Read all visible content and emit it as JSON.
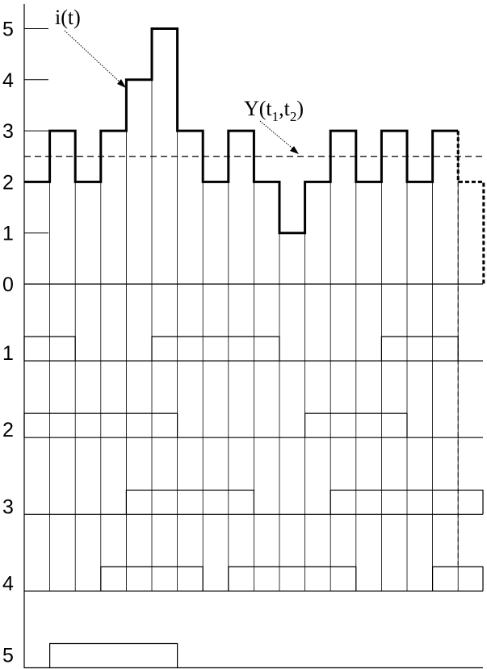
{
  "y_axis_labels": [
    "0",
    "1",
    "2",
    "3",
    "4",
    "5"
  ],
  "channel_labels": [
    "1",
    "2",
    "3",
    "4",
    "5"
  ],
  "current_label": "i(t)",
  "mean_label": {
    "main": "Y(t",
    "sub1": "1",
    "comma": ",t",
    "sub2": "2",
    "close": ")"
  },
  "mean_level": 2.5,
  "time_steps": 17,
  "current_levels": [
    2,
    3,
    2,
    3,
    4,
    5,
    3,
    2,
    3,
    2,
    1,
    2,
    3,
    2,
    3,
    2,
    3
  ],
  "extrapolated_level": 2,
  "channel_on_intervals": [
    [
      [
        0,
        2
      ],
      [
        5,
        10
      ],
      [
        14,
        17
      ]
    ],
    [
      [
        0,
        6
      ],
      [
        11,
        15
      ]
    ],
    [
      [
        4,
        9
      ],
      [
        12,
        18
      ]
    ],
    [
      [
        3,
        7
      ],
      [
        8,
        13
      ],
      [
        16,
        18
      ]
    ],
    [
      [
        1,
        6
      ]
    ]
  ],
  "colors": {
    "line": "#000000",
    "background": "#ffffff"
  }
}
